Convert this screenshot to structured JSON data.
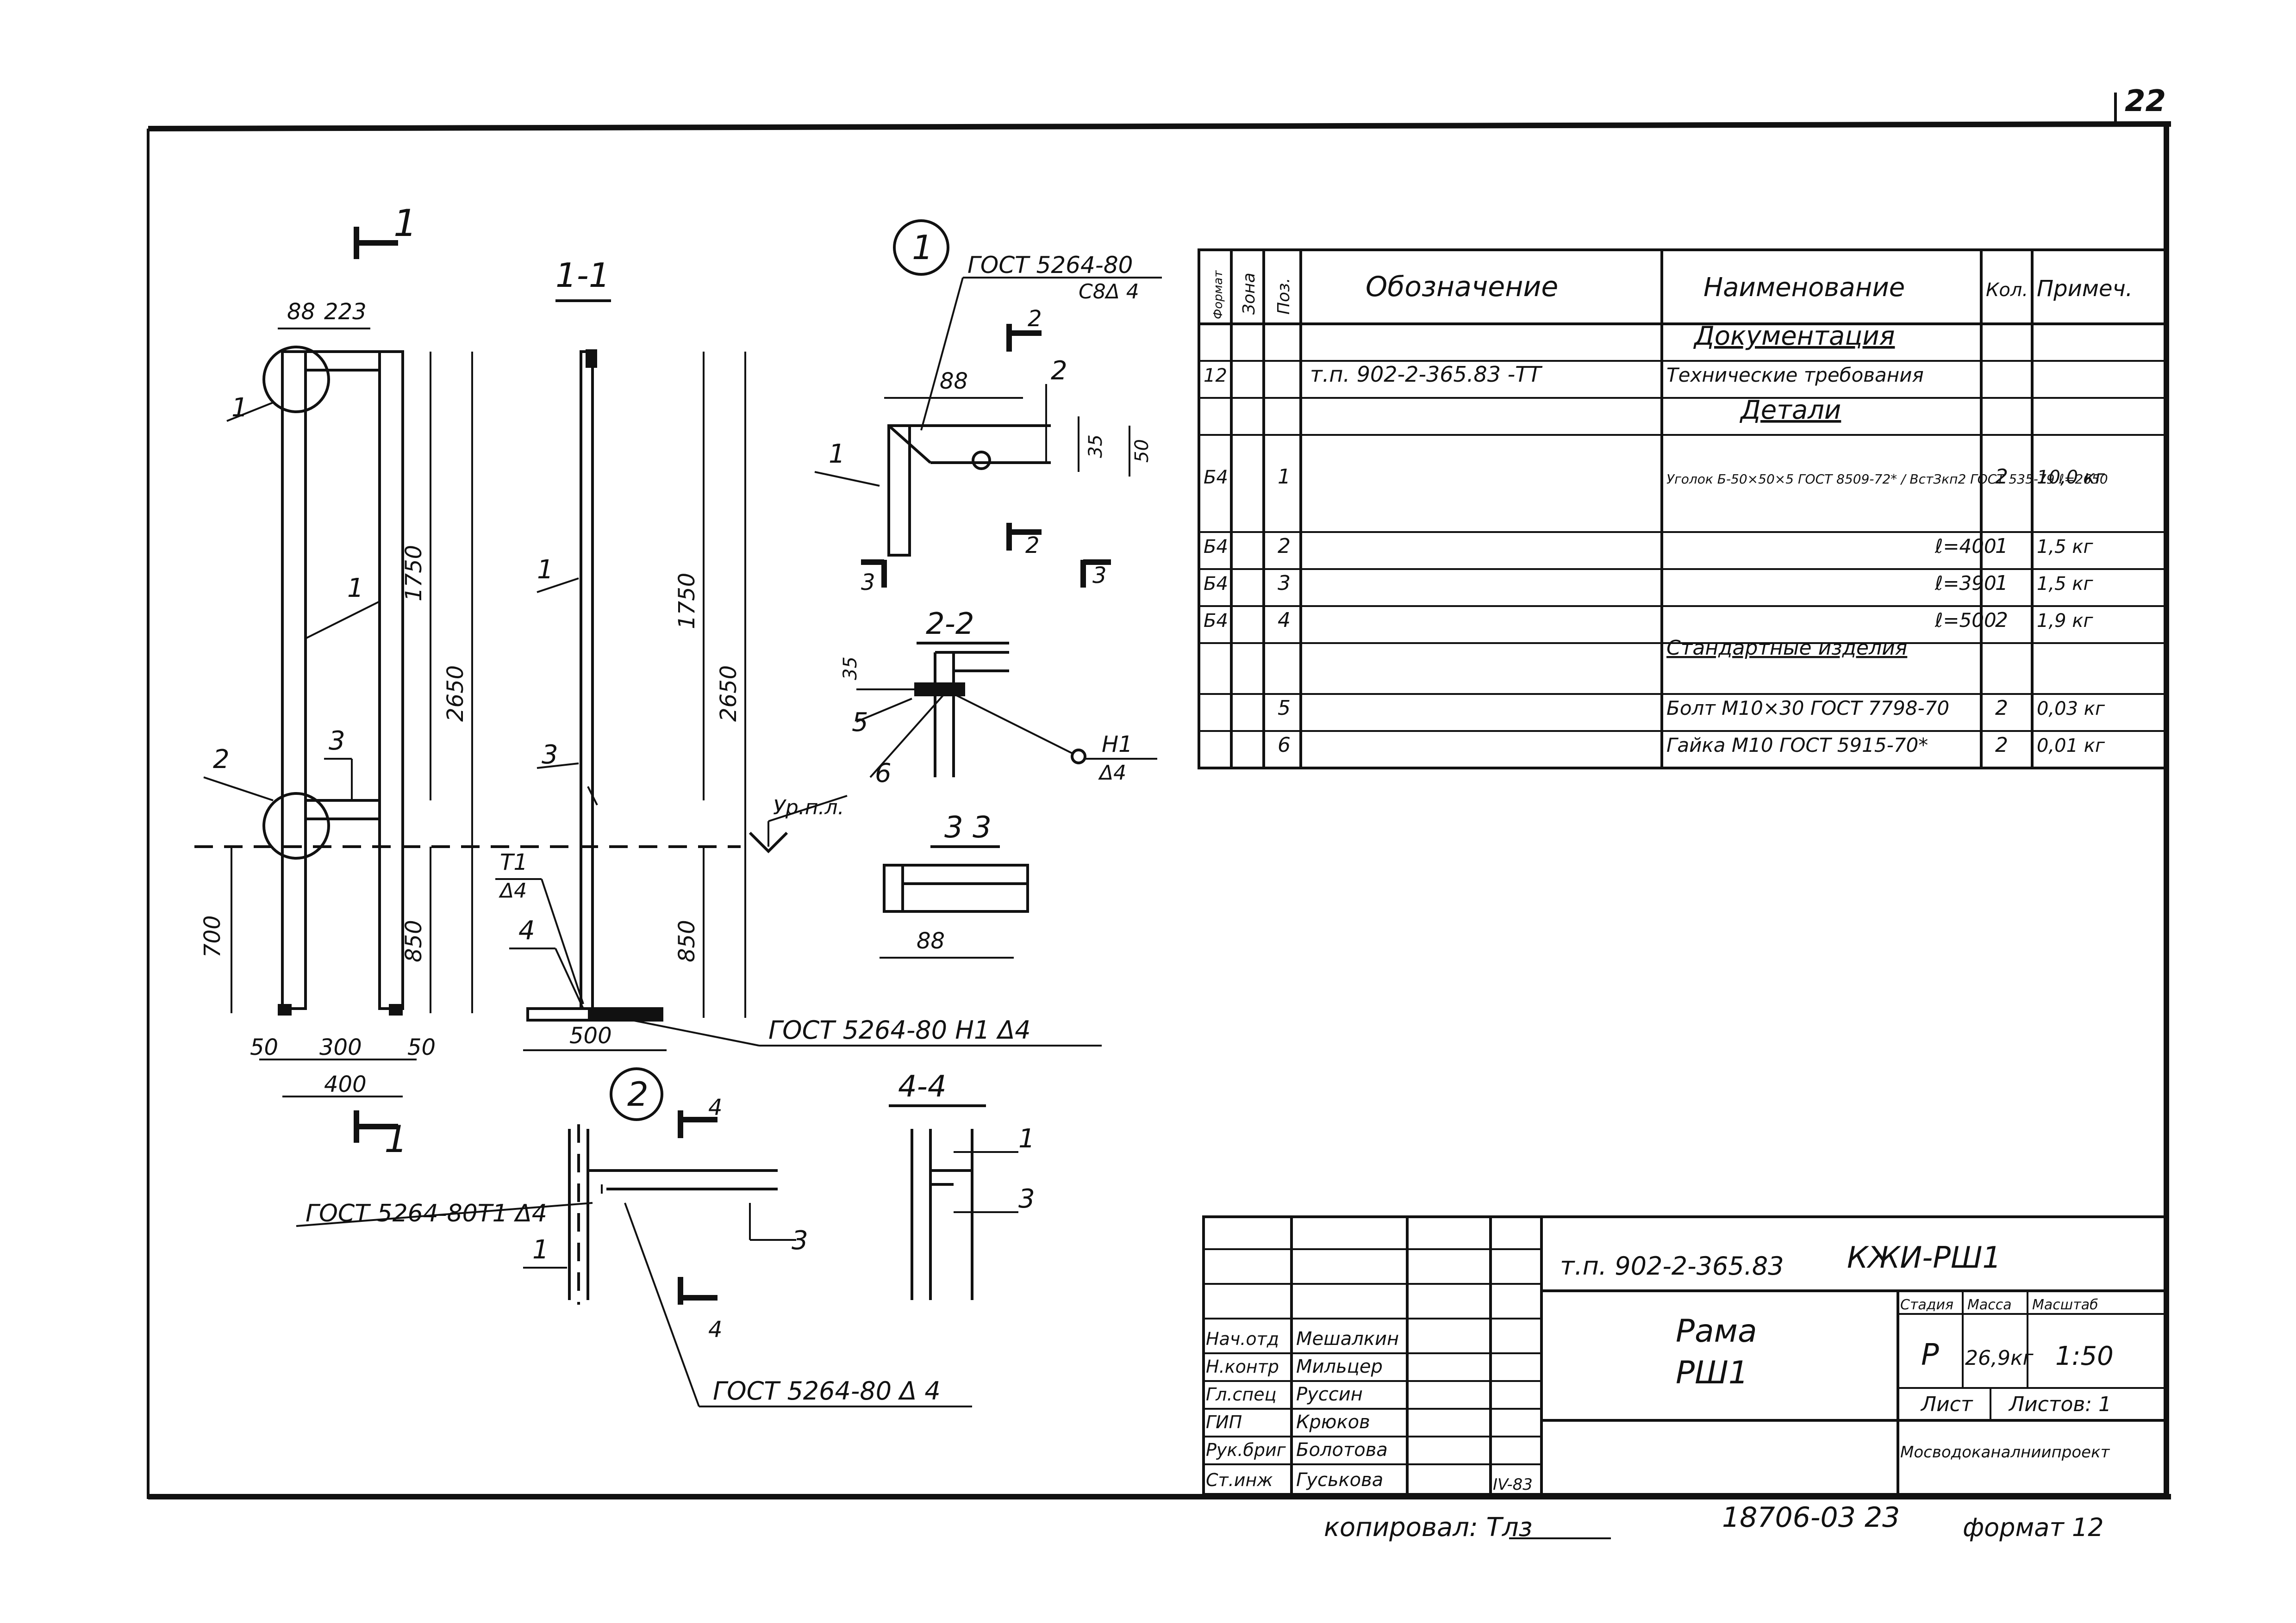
{
  "sheet": {
    "page_number": "22",
    "copied_by": "копировал: Тлз",
    "archive_number": "18706-03 23",
    "format_label": "формат 12"
  },
  "views": {
    "elevation": {
      "cut_mark_top": "1",
      "cut_mark_bottom": "1",
      "dims": [
        "88",
        "223",
        "1750",
        "2650",
        "700",
        "850",
        "50",
        "300",
        "50",
        "400"
      ],
      "callouts": [
        "1",
        "1",
        "2",
        "3"
      ]
    },
    "section_1_1": {
      "title": "1-1",
      "dims": [
        "1750",
        "2650",
        "850",
        "500"
      ],
      "callouts": [
        "1",
        "3",
        "4"
      ],
      "weld_t1": "Т1",
      "weld_t1_size": "Δ4",
      "weld_note": "ГОСТ 5264-80 Н1 Δ4",
      "floor_level": "Ур.п.л."
    },
    "node_1": {
      "number": "1",
      "weld_note_top": "ГОСТ 5264-80",
      "weld_note_bottom": "С8Δ 4",
      "dims": [
        "88",
        "35",
        "50"
      ],
      "callouts": [
        "1",
        "2"
      ],
      "cut_marks": [
        "2",
        "2",
        "3",
        "3"
      ]
    },
    "section_2_2": {
      "title": "2-2",
      "dims": [
        "35"
      ],
      "callouts": [
        "5",
        "6"
      ],
      "weld_h1": "Н1",
      "weld_h1_size": "Δ4"
    },
    "section_3_3": {
      "title": "3 3",
      "dims": [
        "88"
      ]
    },
    "node_2": {
      "number": "2",
      "weld_note_left": "ГОСТ 5264-80Т1 Δ4",
      "weld_note_bottom": "ГОСТ 5264-80 Δ 4",
      "callouts": [
        "1",
        "3"
      ],
      "cut_marks": [
        "4",
        "4"
      ]
    },
    "section_4_4": {
      "title": "4-4",
      "callouts": [
        "1",
        "3"
      ]
    }
  },
  "spec_table": {
    "headers": [
      "Формат",
      "Зона",
      "Поз.",
      "Обозначение",
      "Наименование",
      "Кол.",
      "Примеч."
    ],
    "rows": [
      [
        "",
        "",
        "",
        "",
        "Документация",
        "",
        ""
      ],
      [
        "12",
        "",
        "",
        "т.п. 902-2-365.83 -ТТ",
        "Технические требования",
        "",
        ""
      ],
      [
        "",
        "",
        "",
        "",
        "Детали",
        "",
        ""
      ],
      [
        "Б4",
        "",
        "1",
        "",
        "Уголок Б-50×50×5 ГОСТ 8509-72* / ВстЗкп2 ГОСТ 535-79  ℓ=2650",
        "2",
        "10,0 кг"
      ],
      [
        "Б4",
        "",
        "2",
        "",
        "ℓ=400",
        "1",
        "1,5 кг"
      ],
      [
        "Б4",
        "",
        "3",
        "",
        "ℓ=390",
        "1",
        "1,5 кг"
      ],
      [
        "Б4",
        "",
        "4",
        "",
        "ℓ=500",
        "2",
        "1,9 кг"
      ],
      [
        "",
        "",
        "",
        "",
        "Стандартные изделия",
        "",
        ""
      ],
      [
        "",
        "",
        "5",
        "",
        "Болт М10×30 ГОСТ 7798-70",
        "2",
        "0,03 кг"
      ],
      [
        "",
        "",
        "6",
        "",
        "Гайка М10 ГОСТ 5915-70*",
        "2",
        "0,01 кг"
      ]
    ]
  },
  "title_block": {
    "code": "т.п. 902-2-365.83",
    "sheet_code": "КЖИ-РШ1",
    "drawing_title_1": "Рама",
    "drawing_title_2": "РШ1",
    "stage_header": "Стадия",
    "mass_header": "Масса",
    "scale_header": "Масштаб",
    "stage": "Р",
    "mass": "26,9кг",
    "scale": "1:50",
    "sheet_label": "Лист",
    "sheets_label": "Листов: 1",
    "organization": "Мосводоканалниипроект",
    "date": "IV-83",
    "staff": [
      {
        "role": "Нач.отд",
        "name": "Мешалкин"
      },
      {
        "role": "Н.контр",
        "name": "Мильцер"
      },
      {
        "role": "Гл.спец",
        "name": "Руссин"
      },
      {
        "role": "ГИП",
        "name": "Крюков"
      },
      {
        "role": "Рук.бриг",
        "name": "Болотова"
      },
      {
        "role": "Ст.инж",
        "name": "Гуськова"
      }
    ]
  }
}
